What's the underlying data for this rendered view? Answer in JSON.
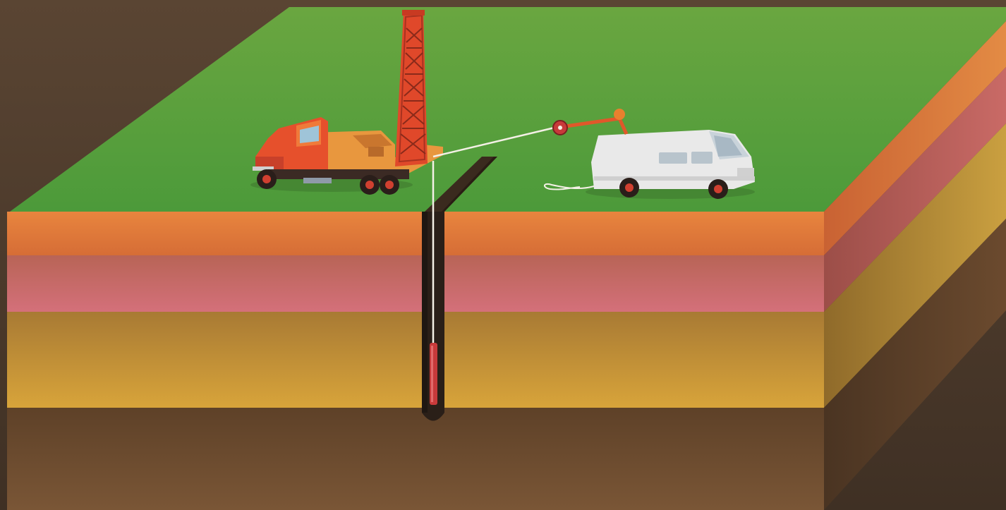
{
  "scene": {
    "background": "#4a3b2c",
    "colors": {
      "grass_top": "#5f9f3e",
      "grass_bottom": "#4c9a3a",
      "layer_orange": "#e07a3c",
      "layer_pink": "#c96a66",
      "layer_ochre": "#c48f36",
      "layer_brown": "#6b4a2e",
      "truck_body": "#e6502c",
      "truck_bed": "#e8973e",
      "derrick": "#e0482a",
      "van_body": "#e9e9e9",
      "cable": "#f4f0e6",
      "probe": "#c83a3a",
      "borehole": "#2a1f18"
    },
    "objects": {
      "truck": "logging-truck-with-derrick",
      "van": "recording-van",
      "borehole": "borehole",
      "probe": "logging-probe",
      "cable": "wireline-cable"
    },
    "layers": [
      "topsoil-orange",
      "clay-pink",
      "sand-ochre",
      "bedrock-brown"
    ]
  }
}
